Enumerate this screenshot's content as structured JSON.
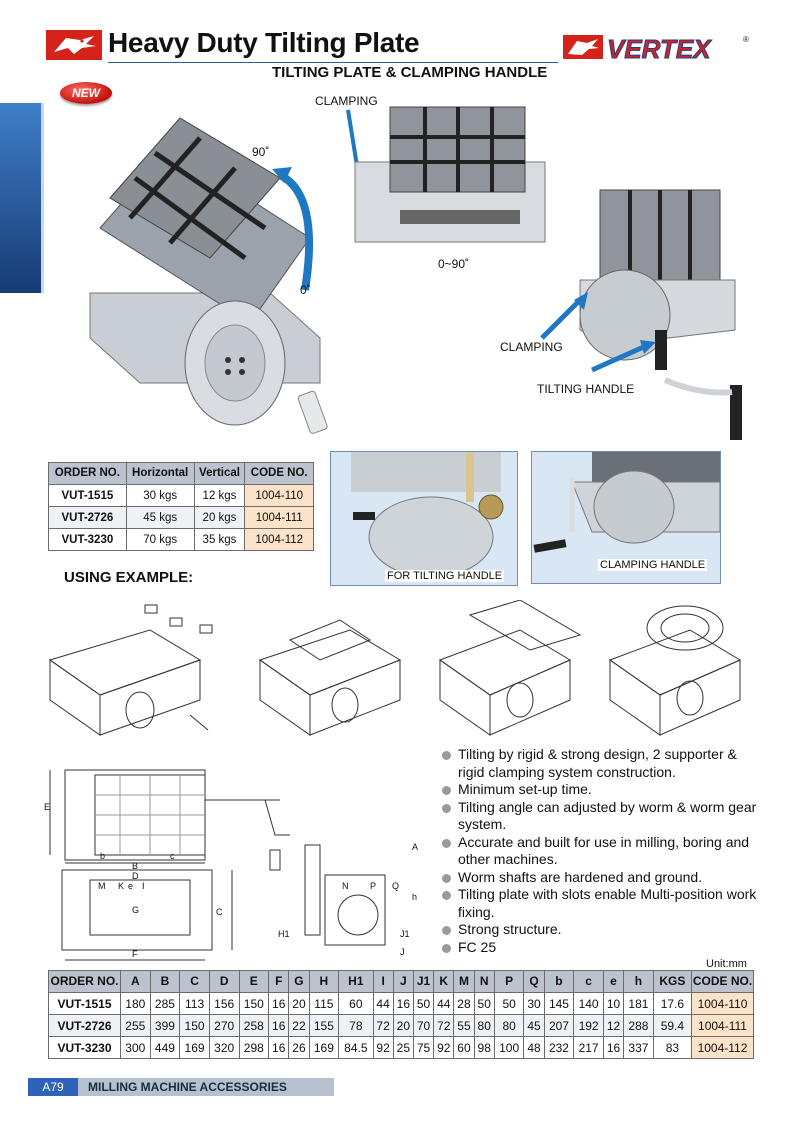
{
  "header": {
    "title": "Heavy Duty Tilting Plate",
    "subtitle": "TILTING PLATE & CLAMPING HANDLE",
    "brand": "VERTEX",
    "badge": "NEW"
  },
  "photos": {
    "angle_top": "90˚",
    "angle_bottom": "0˚",
    "range": "0~90˚",
    "clamping_top": "CLAMPING",
    "clamping_right": "CLAMPING",
    "tilting_handle": "TILTING  HANDLE",
    "for_tilting_handle": "FOR TILTING HANDLE",
    "clamping_handle": "CLAMPING HANDLE"
  },
  "order_table": {
    "headers": [
      "ORDER NO.",
      "Horizontal",
      "Vertical",
      "CODE NO."
    ],
    "rows": [
      [
        "VUT-1515",
        "30 kgs",
        "12 kgs",
        "1004-110"
      ],
      [
        "VUT-2726",
        "45 kgs",
        "20 kgs",
        "1004-111"
      ],
      [
        "VUT-3230",
        "70 kgs",
        "35 kgs",
        "1004-112"
      ]
    ]
  },
  "using_example": "USING EXAMPLE:",
  "drawing_labels": {
    "E": "E",
    "b": "b",
    "B": "B",
    "c": "c",
    "D": "D",
    "M": "M",
    "K": "K",
    "e": "e",
    "I": "I",
    "G": "G",
    "C": "C",
    "F": "F",
    "N": "N",
    "P": "P",
    "Q": "Q",
    "A": "A",
    "h": "h",
    "H1": "H1",
    "J1": "J1",
    "J": "J"
  },
  "features": [
    "Tilting by rigid & strong design, 2 supporter & rigid clamping system construction.",
    "Minimum set-up time.",
    "Tilting angle can adjusted by worm & worm gear system.",
    "Accurate and built for use in milling, boring and other machines.",
    "Worm shafts are hardened and ground.",
    "Tilting plate with slots enable Multi-position work fixing.",
    "Strong structure.",
    "FC 25"
  ],
  "unit": "Unit:mm",
  "dim_table": {
    "headers": [
      "ORDER NO.",
      "A",
      "B",
      "C",
      "D",
      "E",
      "F",
      "G",
      "H",
      "H1",
      "I",
      "J",
      "J1",
      "K",
      "M",
      "N",
      "P",
      "Q",
      "b",
      "c",
      "e",
      "h",
      "KGS",
      "CODE NO."
    ],
    "rows": [
      [
        "VUT-1515",
        "180",
        "285",
        "113",
        "156",
        "150",
        "16",
        "20",
        "115",
        "60",
        "44",
        "16",
        "50",
        "44",
        "28",
        "50",
        "50",
        "30",
        "145",
        "140",
        "10",
        "181",
        "17.6",
        "1004-110"
      ],
      [
        "VUT-2726",
        "255",
        "399",
        "150",
        "270",
        "258",
        "16",
        "22",
        "155",
        "78",
        "72",
        "20",
        "70",
        "72",
        "55",
        "80",
        "80",
        "45",
        "207",
        "192",
        "12",
        "288",
        "59.4",
        "1004-111"
      ],
      [
        "VUT-3230",
        "300",
        "449",
        "169",
        "320",
        "298",
        "16",
        "26",
        "169",
        "84.5",
        "92",
        "25",
        "75",
        "92",
        "60",
        "98",
        "100",
        "48",
        "232",
        "217",
        "16",
        "337",
        "83",
        "1004-112"
      ]
    ]
  },
  "footer": {
    "page": "A79",
    "section": "MILLING MACHINE ACCESSORIES"
  },
  "colors": {
    "accent_blue": "#2f63b7",
    "brand_red": "#d5231b",
    "header_gray": "#bcc3ce",
    "code_peach": "#fbe3c9",
    "arrow_blue": "#1f78c1"
  }
}
